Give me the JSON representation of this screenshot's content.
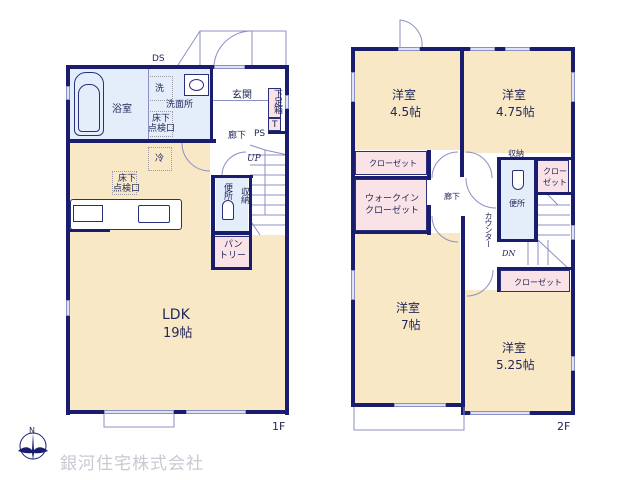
{
  "floor1": {
    "label": "1F",
    "rooms": {
      "bath": "浴室",
      "washroom": "洗面所",
      "washer": "洗",
      "underfloor_hatch_wash": [
        "床下",
        "点検口"
      ],
      "entrance": "玄関",
      "shoe_box": "下足箱",
      "t_mark": "T",
      "hallway": "廊下",
      "ps": "PS",
      "ds": "DS",
      "fridge": "冷",
      "underfloor_hatch_ldk": [
        "床下",
        "点検口"
      ],
      "toilet": "便所",
      "storage": "収納",
      "pantry": [
        "パン",
        "トリー"
      ],
      "stairs_up": "UP",
      "ldk_name": "LDK",
      "ldk_size": "19帖"
    }
  },
  "floor2": {
    "label": "2F",
    "rooms": {
      "western_a_name": "洋室",
      "western_a_size": "4.5帖",
      "western_b_name": "洋室",
      "western_b_size": "4.75帖",
      "closet_a": "クローゼット",
      "walk_in_closet": [
        "ウォークイン",
        "クローゼット"
      ],
      "hallway": "廊下",
      "storage": "収納",
      "closet_b": [
        "クロー",
        "ゼット"
      ],
      "toilet": "便所",
      "counter": "カウンター",
      "stairs_down": "DN",
      "western_c_name": "洋室",
      "western_c_size": "7帖",
      "closet_c": "クローゼット",
      "western_d_name": "洋室",
      "western_d_size": "5.25帖"
    }
  },
  "footer": {
    "compass_letter": "N",
    "company": "銀河住宅株式会社"
  },
  "colors": {
    "wall": "#1a1d6e",
    "wood_floor": "#f8e8c6",
    "wet_area": "#e3eefa",
    "closet": "#f9e3e6"
  }
}
